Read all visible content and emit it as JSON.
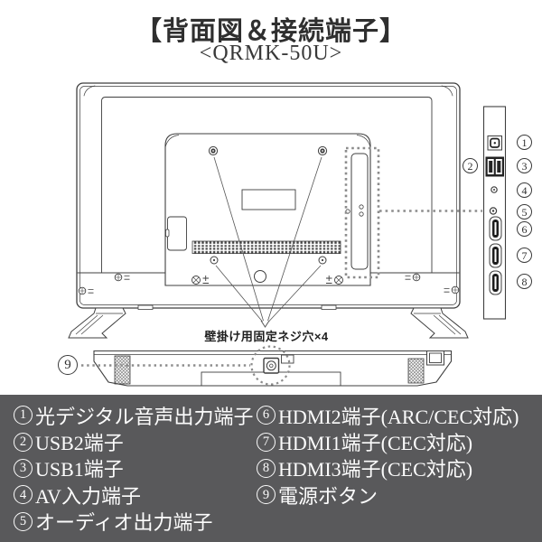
{
  "header": {
    "title": "【背面図＆接続端子】",
    "model": "<QRMK-50U>"
  },
  "diagram": {
    "wall_mount_note": "壁掛け用固定ネジ穴×4",
    "callouts": [
      {
        "n": "1"
      },
      {
        "n": "2"
      },
      {
        "n": "3"
      },
      {
        "n": "4"
      },
      {
        "n": "5"
      },
      {
        "n": "6"
      },
      {
        "n": "7"
      },
      {
        "n": "8"
      },
      {
        "n": "9"
      }
    ]
  },
  "legend": {
    "items_left": [
      {
        "num": "1",
        "text": "光デジタル音声出力端子"
      },
      {
        "num": "2",
        "text": "USB2端子"
      },
      {
        "num": "3",
        "text": "USB1端子"
      },
      {
        "num": "4",
        "text": "AV入力端子"
      },
      {
        "num": "5",
        "text": "オーディオ出力端子"
      }
    ],
    "items_right": [
      {
        "num": "6",
        "text": "HDMI2端子(ARC/CEC対応)"
      },
      {
        "num": "7",
        "text": "HDMI1端子(CEC対応)"
      },
      {
        "num": "8",
        "text": "HDMI3端子(CEC対応)"
      },
      {
        "num": "9",
        "text": "電源ボタン"
      }
    ]
  },
  "colors": {
    "legend_bg": "#59595b",
    "line_art": "#3f3f3f",
    "dotted_accent": "#8c8c8c",
    "legend_text": "#fcfcfc",
    "title_text": "#2f2f2f"
  }
}
